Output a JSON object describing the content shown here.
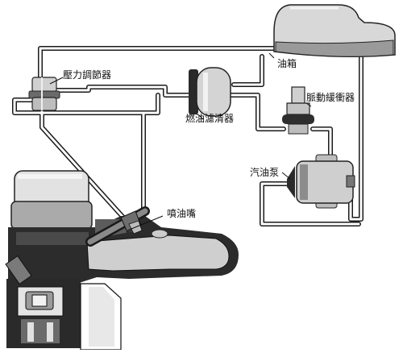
{
  "labels": {
    "pressure_regulator": "壓力調節器",
    "fuel_tank": "油箱",
    "fuel_filter": "燃油濾清器",
    "pulsation_damper": "脈動緩衝器",
    "fuel_pump": "汽油泵",
    "injector": "噴油嘴"
  }
}
